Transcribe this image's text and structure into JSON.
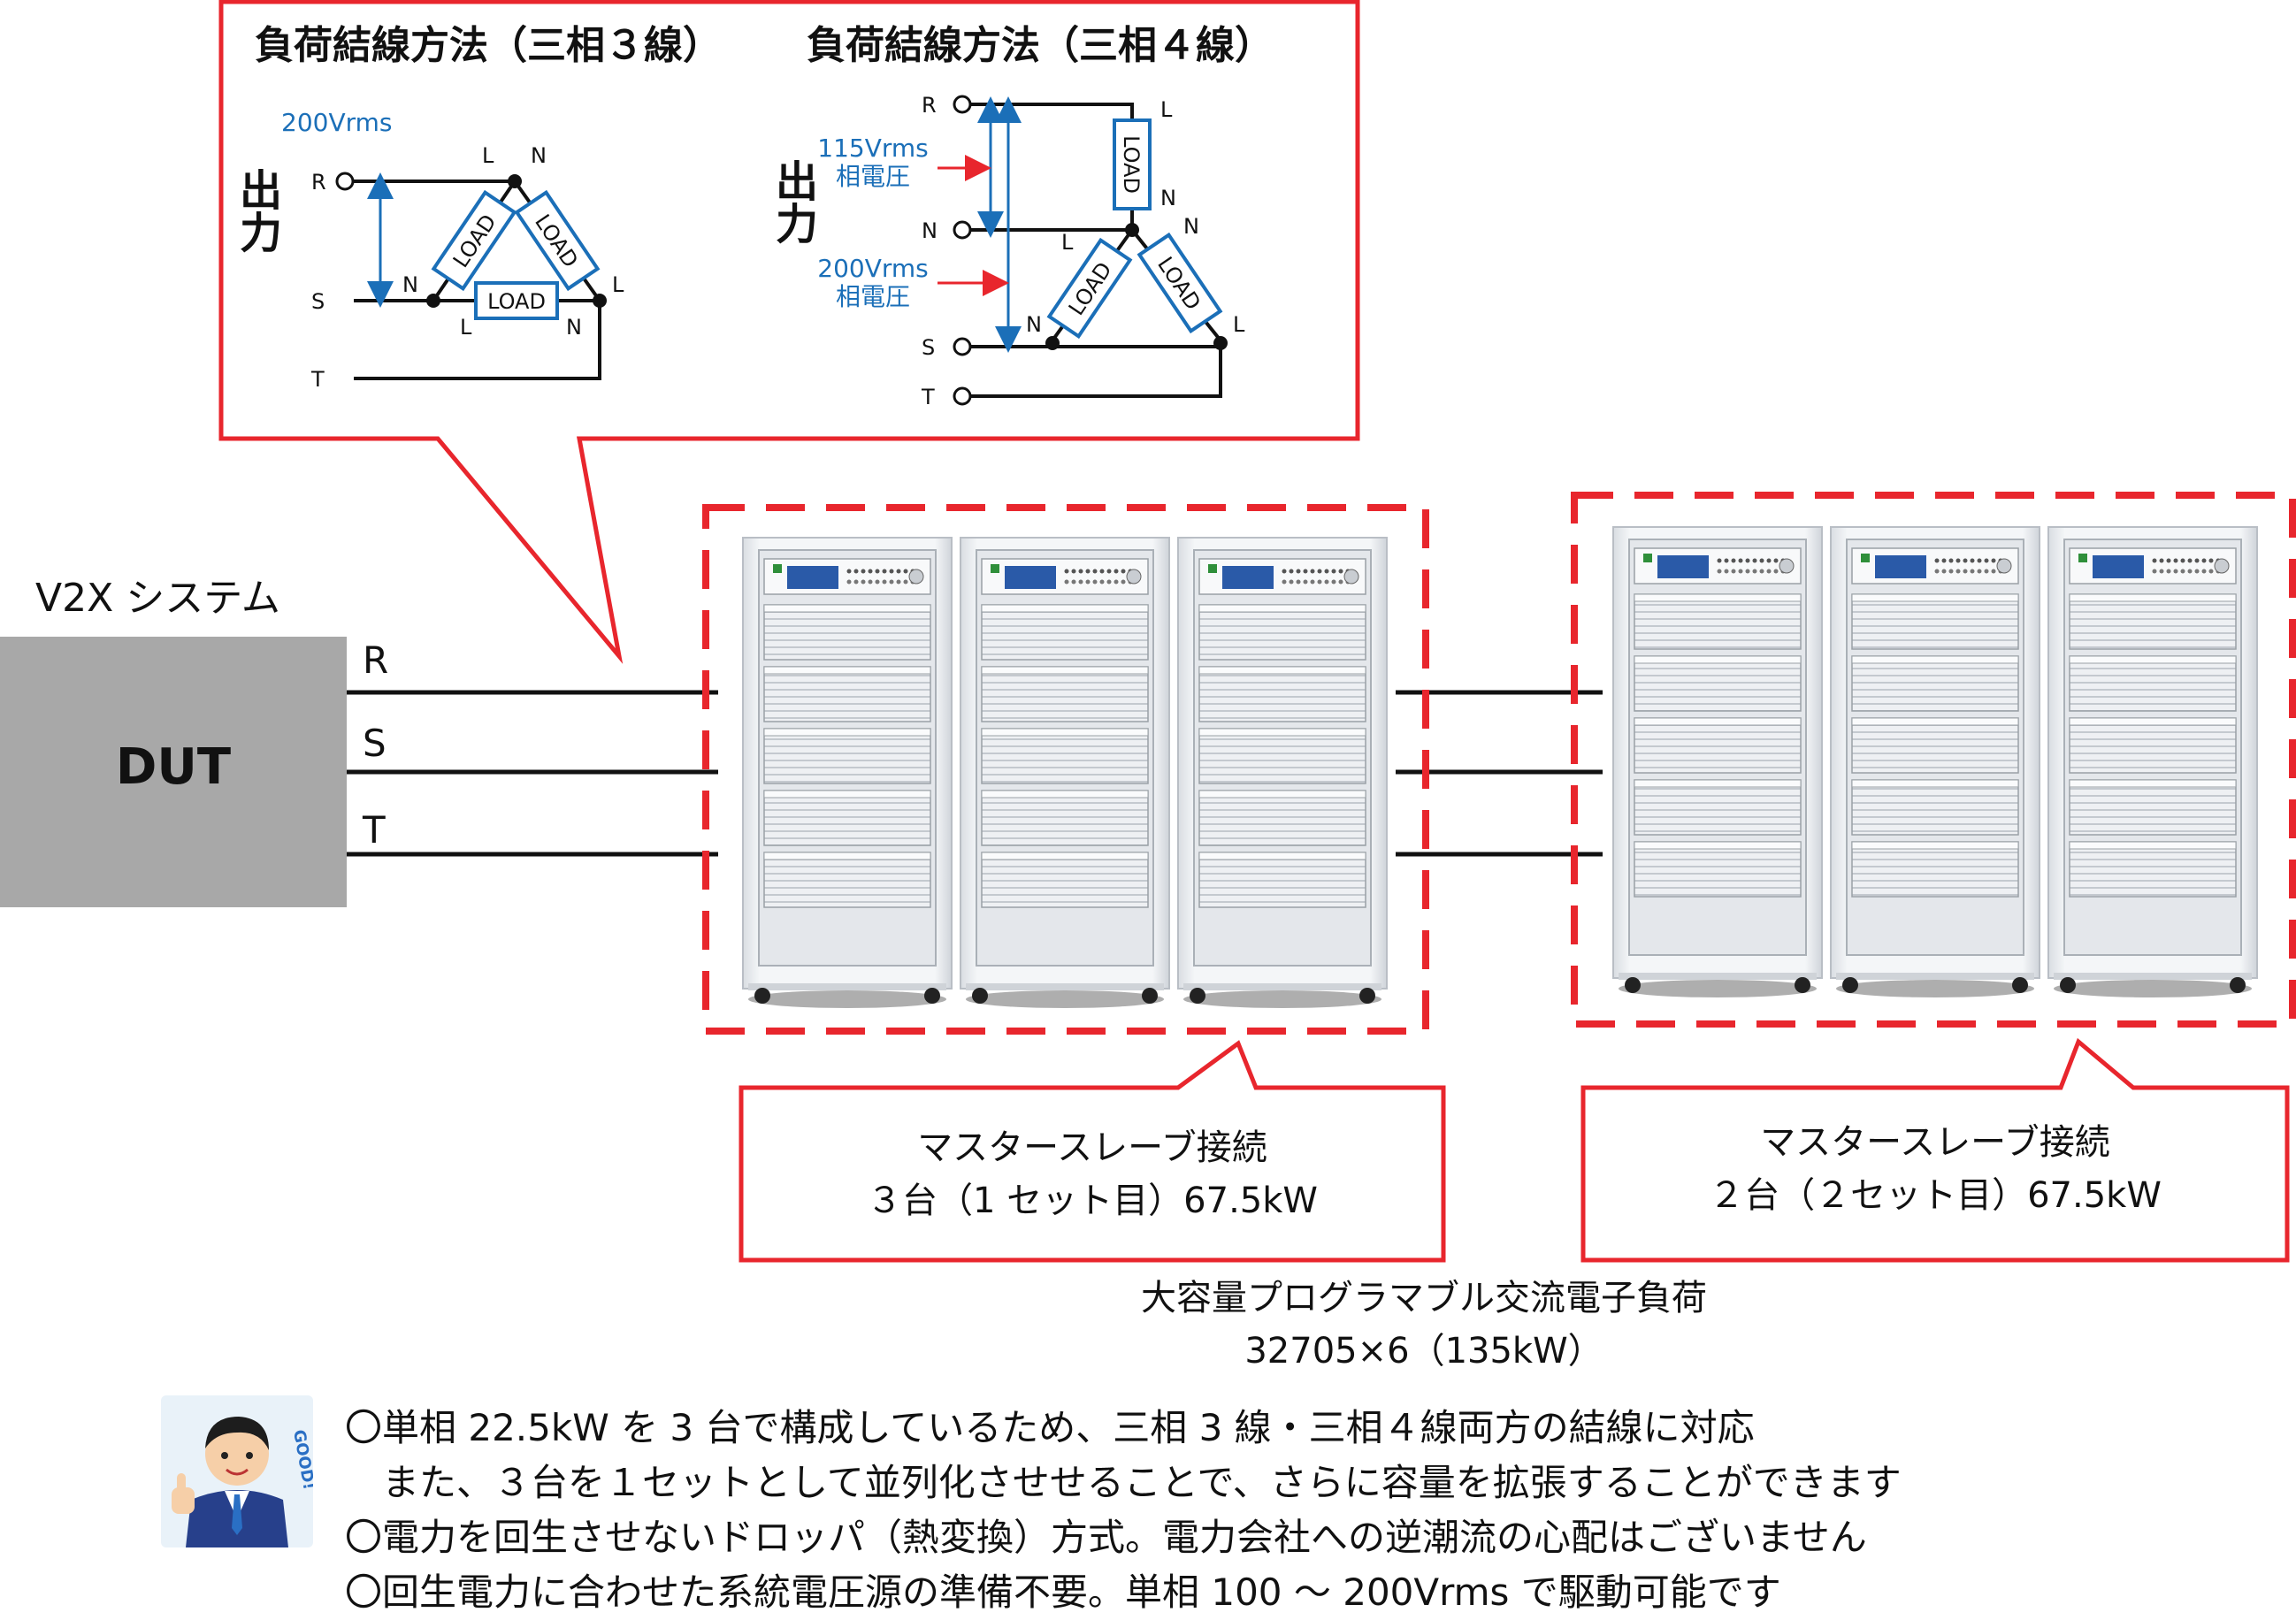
{
  "callout": {
    "title_3wire": "負荷結線方法（三相３線）",
    "title_4wire": "負荷結線方法（三相４線）",
    "output_label_a": "出力",
    "output_label_b": "出力",
    "voltage_3w": "200Vrms",
    "voltage_4w_phase_val": "115Vrms",
    "voltage_4w_phase_lbl": "相電圧",
    "voltage_4w_line_val": "200Vrms",
    "voltage_4w_line_lbl": "相電圧",
    "terminals": {
      "r": "R",
      "s": "S",
      "t": "T",
      "n": "N",
      "l": "L"
    },
    "load_label": "LOAD"
  },
  "system": {
    "label": "V2X システム",
    "dut": "DUT",
    "lines": [
      "R",
      "S",
      "T"
    ]
  },
  "group1": {
    "line1": "マスタースレーブ接続",
    "line2": "３台（1 セット目）67.5kW"
  },
  "group2": {
    "line1": "マスタースレーブ接続",
    "line2": "２台（２セット目）67.5kW"
  },
  "product": {
    "name": "大容量プログラマブル交流電子負荷",
    "model": "32705×6（135kW）"
  },
  "notes": [
    "〇単相 22.5kW を 3 台で構成しているため、三相 3 線・三相４線両方の結線に対応",
    "　また、３台を１セットとして並列化させせることで、さらに容量を拡張することができます",
    "〇電力を回生させないドロッパ（熱変換）方式。電力会社への逆潮流の心配はございません",
    "〇回生電力に合わせた系統電圧源の準備不要。単相 100 〜 200Vrms で駆動可能です"
  ],
  "mascot": {
    "badge_text": "GOOD!"
  },
  "colors": {
    "red": "#e8262d",
    "blue": "#1b6fb8",
    "dut_gray": "#a8a8a8",
    "black": "#111111"
  }
}
